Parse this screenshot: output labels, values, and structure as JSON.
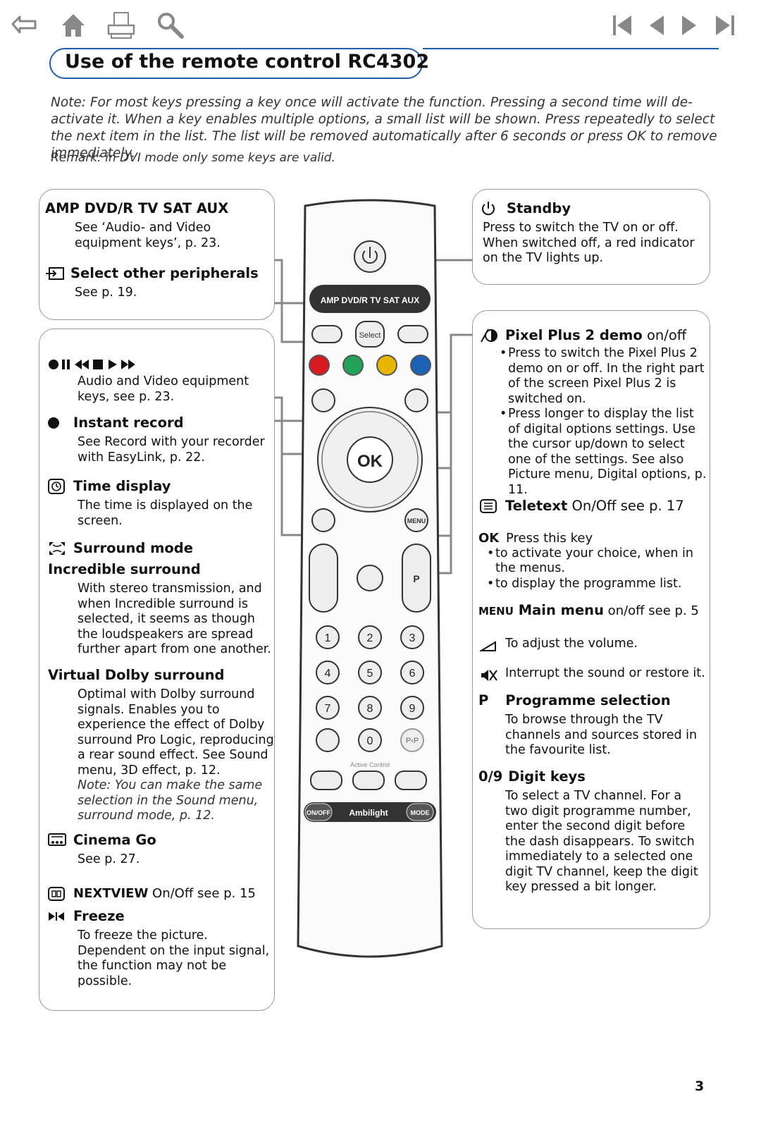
{
  "nav": {
    "icons": [
      "back-arrow-icon",
      "home-icon",
      "print-icon",
      "search-icon",
      "first-page-icon",
      "previous-page-icon",
      "next-page-icon",
      "last-page-icon"
    ]
  },
  "title": "Use of the remote control RC4302",
  "note": "Note: For most keys pressing a key once will activate the function. Pressing a second time will de-activate it. When a key enables multiple options, a small list will be shown. Press repeatedly to select the next item in the list. The list will be removed automatically after 6 seconds or press OK to remove immediately.",
  "remark": "Remark: in DVI mode only some keys are valid.",
  "left_top": {
    "modes_heading": "AMP  DVD/R  TV  SAT  AUX",
    "modes_text": "See ‘Audio- and Video equipment keys’, p. 23.",
    "peripherals_heading": "Select other peripherals",
    "peripherals_text": "See p. 19."
  },
  "left_main": {
    "av_text": "Audio and Video equipment keys, see p. 23.",
    "record_heading": "Instant record",
    "record_text": "See Record with your recorder with EasyLink, p. 22.",
    "time_heading": "Time display",
    "time_text": "The time is displayed on the screen.",
    "surround_heading": "Surround mode",
    "incredible_heading": "Incredible surround",
    "incredible_text": "With stereo transmission, and when Incredible surround is selected, it seems as though the loudspeakers are spread further apart from one another.",
    "dolby_heading": "Virtual Dolby  surround",
    "dolby_text": "Optimal with Dolby surround signals. Enables you to experience the effect of Dolby surround Pro Logic, reproducing a rear sound effect. See Sound menu, 3D effect, p. 12.",
    "dolby_note": "Note: You can make the same selection in the Sound menu, surround mode, p. 12.",
    "cinema_heading": "Cinema Go",
    "cinema_text": "See p. 27.",
    "nextview_label": "NEXTVIEW",
    "nextview_text": "On/Off   see p. 15",
    "freeze_heading": "Freeze",
    "freeze_text": "To freeze the picture. Dependent on the input signal, the function may not be possible."
  },
  "right_top": {
    "standby_heading": "Standby",
    "standby_text": "Press to switch the TV on or off. When switched off, a red indicator on the TV lights up."
  },
  "right_main": {
    "pixel_heading": "Pixel Plus 2 demo",
    "pixel_suffix": " on/off",
    "pixel_bullets": [
      "Press to switch the Pixel Plus 2 demo on or off. In the right part of the screen Pixel Plus 2 is switched on.",
      "Press longer to display the list of digital options settings. Use the cursor up/down to select one of the settings. See also Picture menu, Digital options, p. 11."
    ],
    "teletext_heading": "Teletext",
    "teletext_suffix": " On/Off   see p. 17",
    "ok_label": "OK",
    "ok_text": "Press this key",
    "ok_bullets": [
      "to activate your choice, when in the menus.",
      "to display the programme list."
    ],
    "menu_label": "MENU",
    "menu_heading": "Main menu",
    "menu_suffix": " on/off   see p. 5",
    "volume_text": "To adjust the volume.",
    "mute_text": "Interrupt the sound or restore it.",
    "p_label": "P",
    "prog_heading": "Programme selection",
    "prog_text": "To browse through the TV channels and sources stored in the favourite list.",
    "digit_label": "0/9",
    "digit_heading": "Digit keys",
    "digit_text": "To select a TV channel. For a two digit programme number, enter the second digit before the dash disappears. To switch immediately to a selected one digit TV channel, keep the digit key pressed a bit longer."
  },
  "remote": {
    "source_keys": "AMP  DVD/R  TV  SAT  AUX",
    "select": "Select",
    "ok": "OK",
    "menu": "MENU",
    "p": "P",
    "digits": [
      "1",
      "2",
      "3",
      "4",
      "5",
      "6",
      "7",
      "8",
      "9"
    ],
    "zero": "0",
    "pp": "P‹P",
    "active_control": "Active Control",
    "onoff": "ON/OFF",
    "ambilight": "Ambilight",
    "mode": "MODE"
  },
  "page_number": "3",
  "colors": {
    "accent_blue": "#1f5fb0",
    "red_key": "#d71920",
    "green_key": "#21a35a",
    "yellow_key": "#e8b500",
    "blue_key": "#1b62b8"
  }
}
